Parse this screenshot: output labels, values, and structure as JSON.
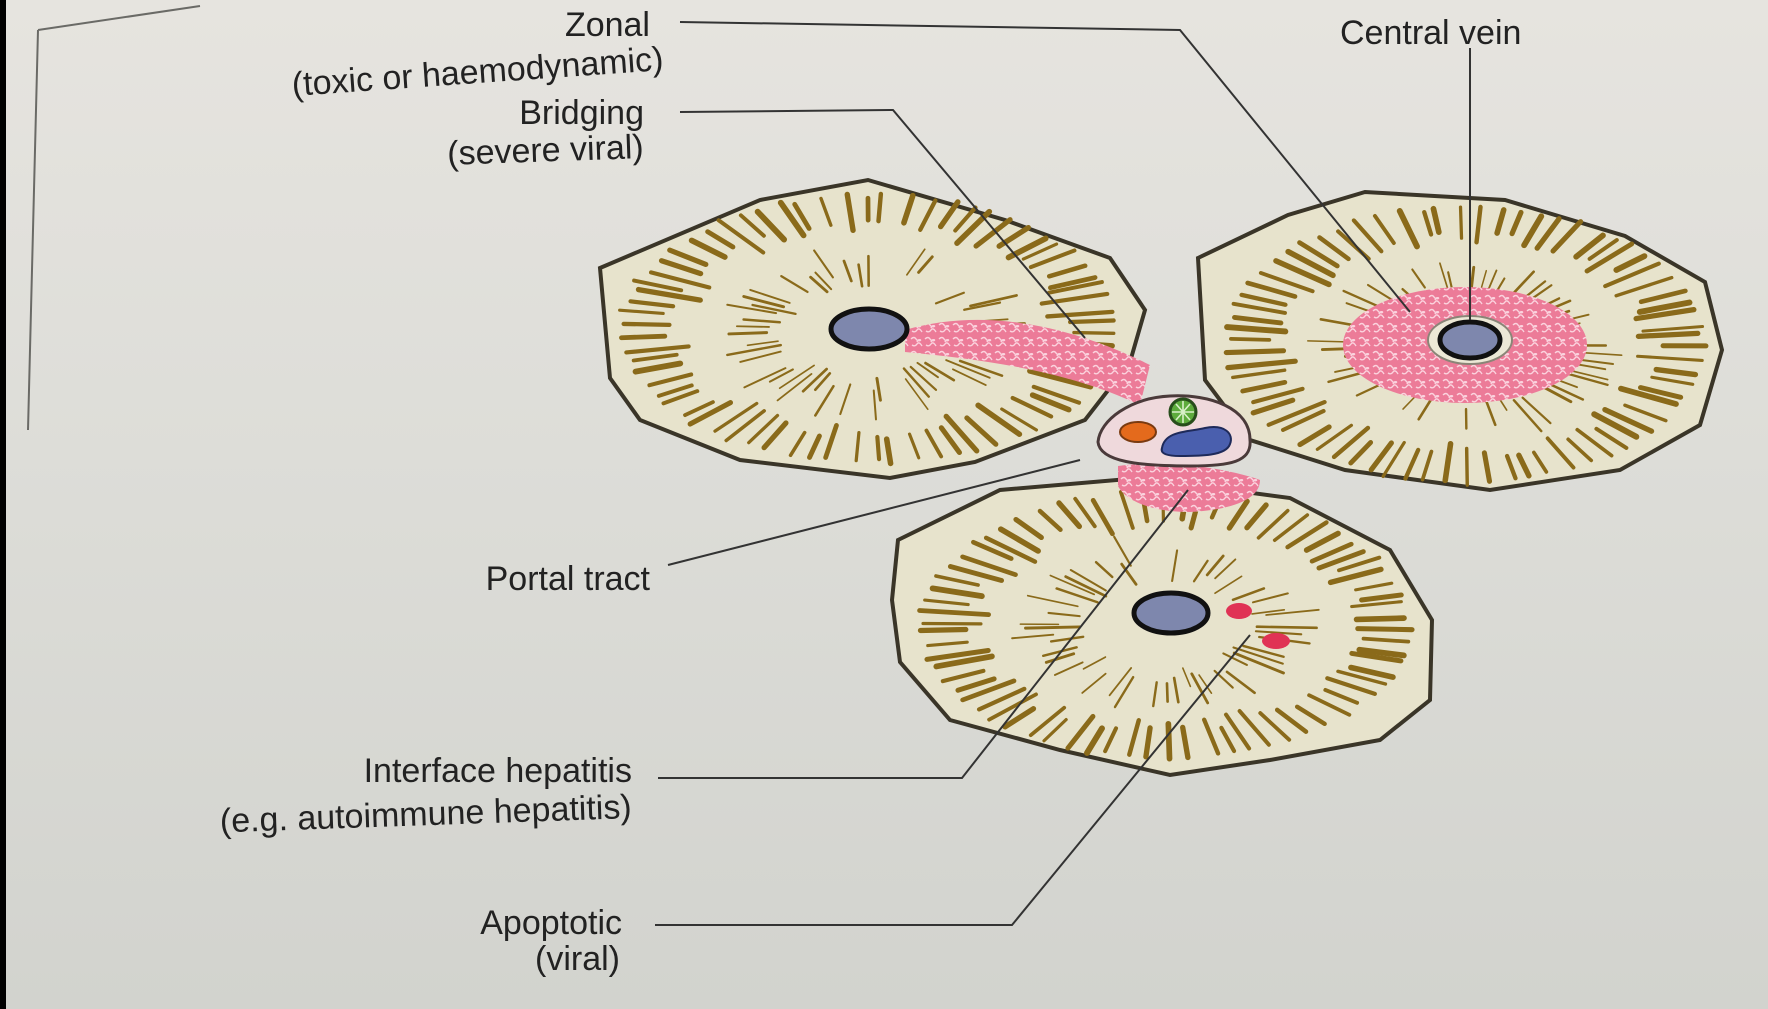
{
  "labels": {
    "zonal_title": "Zonal",
    "zonal_sub": "(toxic or haemodynamic)",
    "bridging_title": "Bridging",
    "bridging_sub": "(severe viral)",
    "central_vein": "Central vein",
    "portal_tract": "Portal tract",
    "interface_title": "Interface hepatitis",
    "interface_sub": "(e.g. autoimmune hepatitis)",
    "apoptotic_title": "Apoptotic",
    "apoptotic_sub": "(viral)"
  },
  "colors": {
    "page": "#dedcd7",
    "lobule_fill": "#e7e3cc",
    "lobule_stroke": "#3a3528",
    "sinusoid": "#8a6a1a",
    "necrosis": "#ec7b98",
    "necrosis_speckle": "#fbd3de",
    "vein": "#7e87ad",
    "leader": "#333333",
    "apoptotic_body": "#e03355",
    "portal_fill": "#efd9dc",
    "artery": "#e46a1c",
    "bile_duct": "#5dab3c",
    "portal_vein": "#4a5fae"
  }
}
